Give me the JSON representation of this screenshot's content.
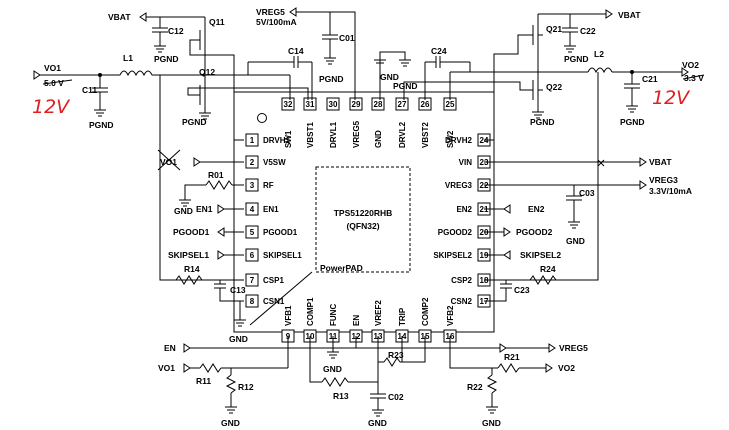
{
  "chip": {
    "name": "TPS51220RHB",
    "package": "(QFN32)",
    "powerpad": "PowerPAD"
  },
  "pins_left": [
    {
      "num": "1",
      "name": "DRVH1"
    },
    {
      "num": "2",
      "name": "V5SW"
    },
    {
      "num": "3",
      "name": "RF"
    },
    {
      "num": "4",
      "name": "EN1"
    },
    {
      "num": "5",
      "name": "PGOOD1"
    },
    {
      "num": "6",
      "name": "SKIPSEL1"
    },
    {
      "num": "7",
      "name": "CSP1"
    },
    {
      "num": "8",
      "name": "CSN1"
    }
  ],
  "pins_right": [
    {
      "num": "24",
      "name": "DRVH2"
    },
    {
      "num": "23",
      "name": "VIN"
    },
    {
      "num": "22",
      "name": "VREG3"
    },
    {
      "num": "21",
      "name": "EN2"
    },
    {
      "num": "20",
      "name": "PGOOD2"
    },
    {
      "num": "19",
      "name": "SKIPSEL2"
    },
    {
      "num": "18",
      "name": "CSP2"
    },
    {
      "num": "17",
      "name": "CSN2"
    }
  ],
  "pins_top": [
    {
      "num": "32",
      "name": "SW1"
    },
    {
      "num": "31",
      "name": "VBST1"
    },
    {
      "num": "30",
      "name": "DRVL1"
    },
    {
      "num": "29",
      "name": "VREG5"
    },
    {
      "num": "28",
      "name": "GND"
    },
    {
      "num": "27",
      "name": "DRVL2"
    },
    {
      "num": "26",
      "name": "VBST2"
    },
    {
      "num": "25",
      "name": "SW2"
    }
  ],
  "pins_bottom": [
    {
      "num": "9",
      "name": "VFB1"
    },
    {
      "num": "10",
      "name": "COMP1"
    },
    {
      "num": "11",
      "name": "FUNC"
    },
    {
      "num": "12",
      "name": "EN"
    },
    {
      "num": "13",
      "name": "VREF2"
    },
    {
      "num": "14",
      "name": "TRIP"
    },
    {
      "num": "15",
      "name": "COMP2"
    },
    {
      "num": "16",
      "name": "VFB2"
    }
  ],
  "components": {
    "q11": "Q11",
    "q12": "Q12",
    "q21": "Q21",
    "q22": "Q22",
    "l1": "L1",
    "l2": "L2",
    "c11": "C11",
    "c12": "C12",
    "c14": "C14",
    "c01": "C01",
    "c24": "C24",
    "c22": "C22",
    "c21": "C21",
    "c03": "C03",
    "c13": "C13",
    "c23": "C23",
    "c02": "C02",
    "r01": "R01",
    "r14": "R14",
    "r24": "R24",
    "r11": "R11",
    "r12": "R12",
    "r13": "R13",
    "r21": "R21",
    "r22": "R22",
    "r23": "R23"
  },
  "nets": {
    "vbat": "VBAT",
    "pgnd": "PGND",
    "gnd": "GND",
    "vreg5_top": "VREG5",
    "vreg5_top_spec": "5V/100mA",
    "vo1": "VO1",
    "vo1_old": "5.0 V",
    "vo2": "VO2",
    "vo2_old": "3.3 V",
    "vreg3": "VREG3",
    "vreg3_spec": "3.3V/10mA",
    "en1": "EN1",
    "pgood1": "PGOOD1",
    "skipsel1": "SKIPSEL1",
    "en2": "EN2",
    "pgood2": "PGOOD2",
    "skipsel2": "SKIPSEL2",
    "en": "EN",
    "vreg5": "VREG5",
    "vo1_left": "VO1",
    "vo1_crossed": "VO1",
    "vo2_right": "VO2"
  },
  "annotations": {
    "vo1_voltage": "12V",
    "vo2_voltage": "12V",
    "highlight_color": "#ffff33",
    "ink_color": "#e02020"
  }
}
